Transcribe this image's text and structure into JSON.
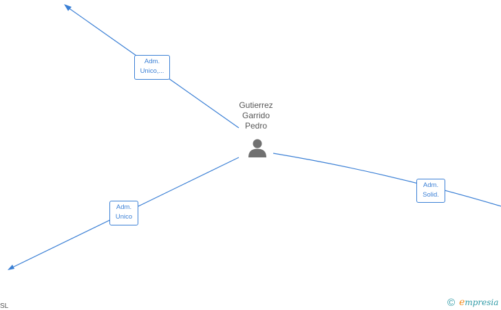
{
  "person": {
    "name_lines": [
      "Gutierrez",
      "Garrido",
      "Pedro"
    ],
    "icon": "person-icon"
  },
  "edges": [
    {
      "id": "top",
      "label_lines": [
        "Adm.",
        "Unico,..."
      ]
    },
    {
      "id": "bottom",
      "label_lines": [
        "Adm.",
        "Unico"
      ]
    },
    {
      "id": "right",
      "label_lines": [
        "Adm.",
        "Solid."
      ]
    }
  ],
  "footer": {
    "cut_text": "SL",
    "copyright_symbol": "©",
    "brand_first_letter": "e",
    "brand_rest": "mpresia"
  },
  "colors": {
    "edge": "#3a7fd5",
    "text": "#555555",
    "brand": "#2e9aa6",
    "brand_accent": "#f08a1c"
  }
}
